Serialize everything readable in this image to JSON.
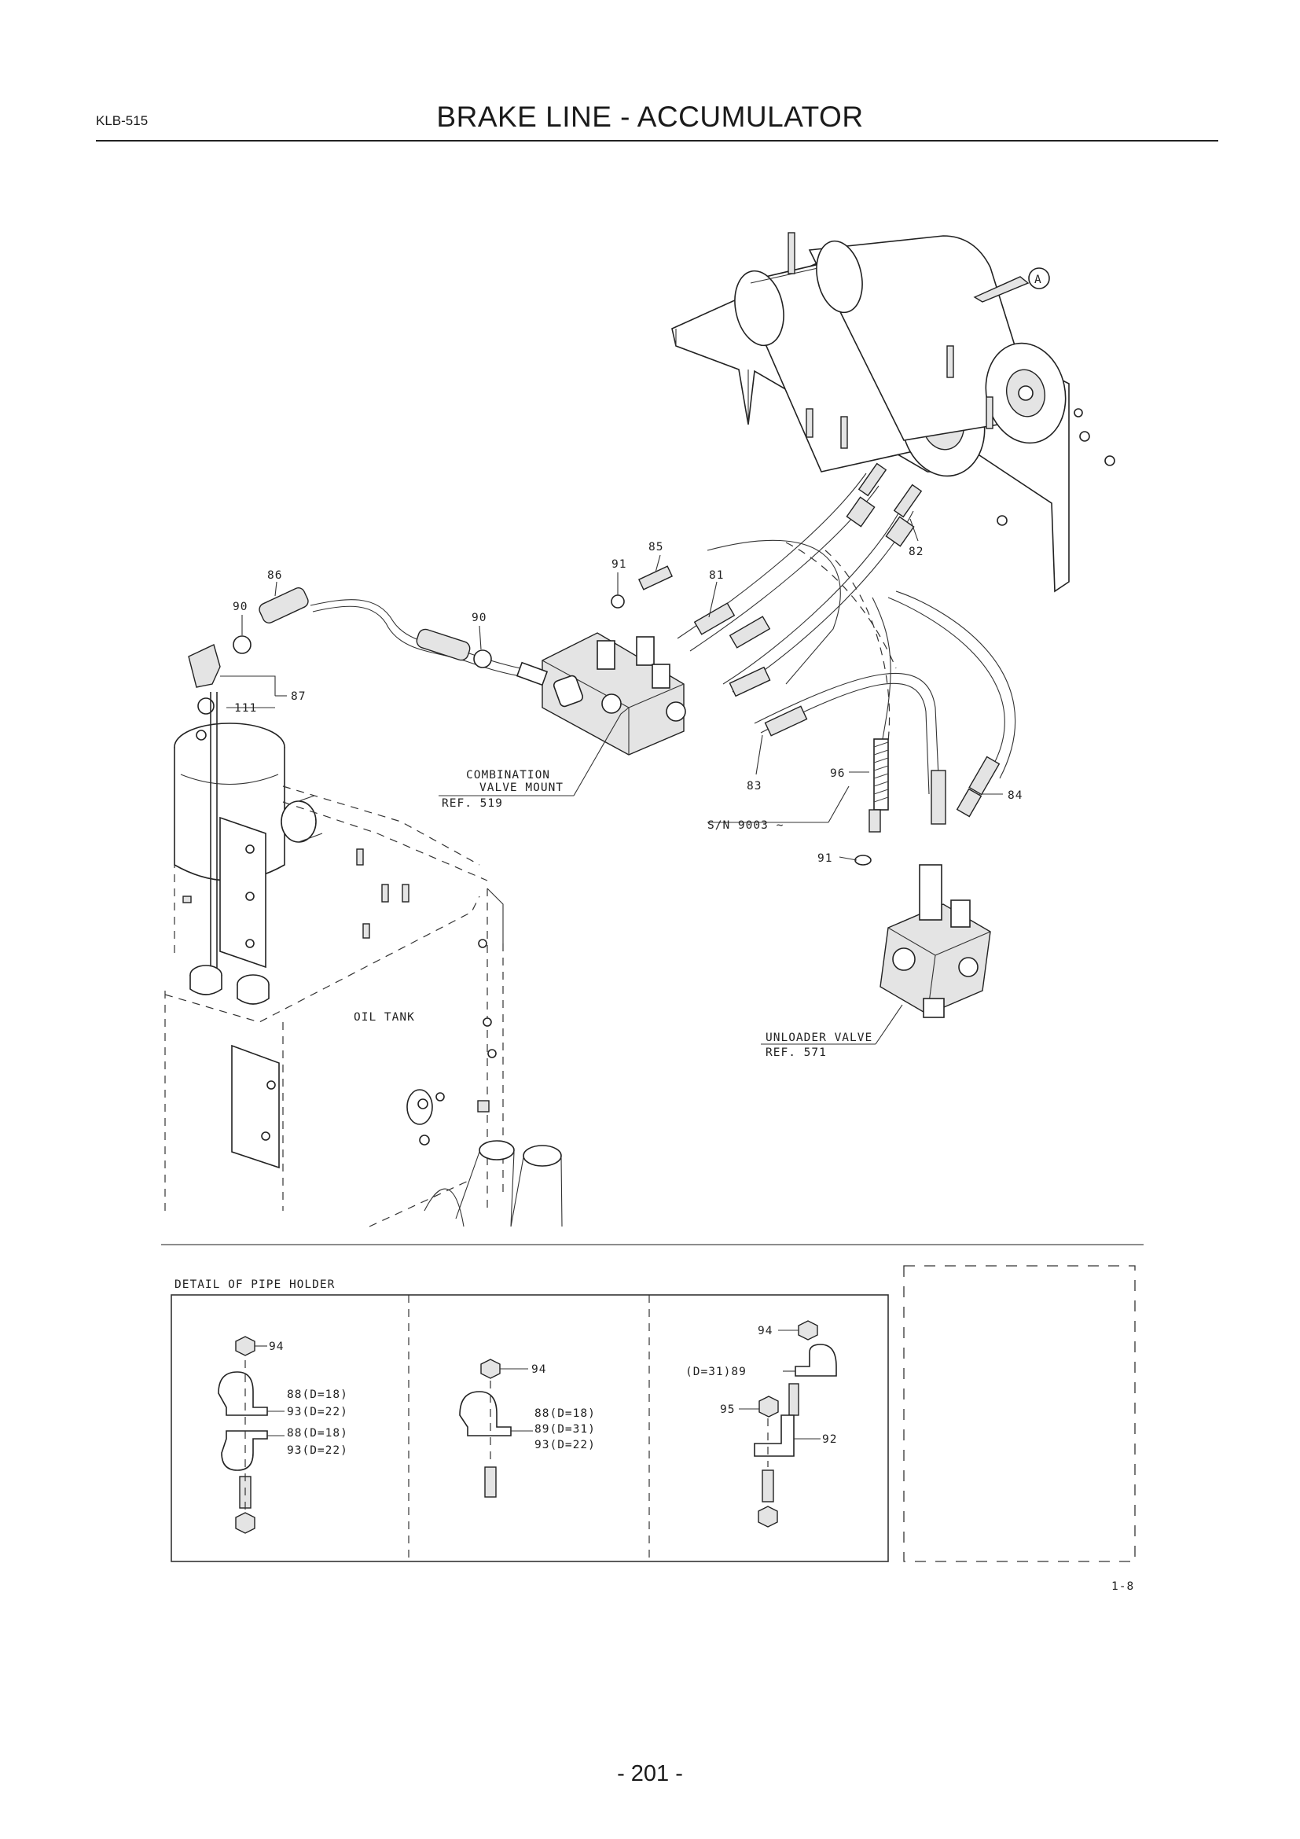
{
  "header": {
    "doc_code": "KLB-515",
    "title": "BRAKE LINE - ACCUMULATOR"
  },
  "diagram": {
    "view_marker": "A",
    "callouts": {
      "c81": "81",
      "c82": "82",
      "c83": "83",
      "c84": "84",
      "c85": "85",
      "c86": "86",
      "c87": "87",
      "c90a": "90",
      "c90b": "90",
      "c91a": "91",
      "c91b": "91",
      "c96": "96",
      "c111": "111"
    },
    "notes": {
      "combination_line1": "COMBINATION",
      "combination_line2": "VALVE MOUNT",
      "combination_ref": "REF. 519",
      "serial_note": "S/N 9003 ~",
      "oil_tank": "OIL TANK",
      "unloader": "UNLOADER VALVE",
      "unloader_ref": "REF. 571"
    }
  },
  "detail": {
    "title": "DETAIL OF PIPE HOLDER",
    "panel1": {
      "l94": "94",
      "l88a": "88(D=18)",
      "l93a": "93(D=22)",
      "l88b": "88(D=18)",
      "l93b": "93(D=22)"
    },
    "panel2": {
      "l94": "94",
      "l88": "88(D=18)",
      "l89": "89(D=31)",
      "l93": "93(D=22)"
    },
    "panel3": {
      "l94": "94",
      "l89": "(D=31)89",
      "l95": "95",
      "l92": "92"
    },
    "figure_ref": "1-8"
  },
  "footer": {
    "page_number": "- 201 -"
  }
}
